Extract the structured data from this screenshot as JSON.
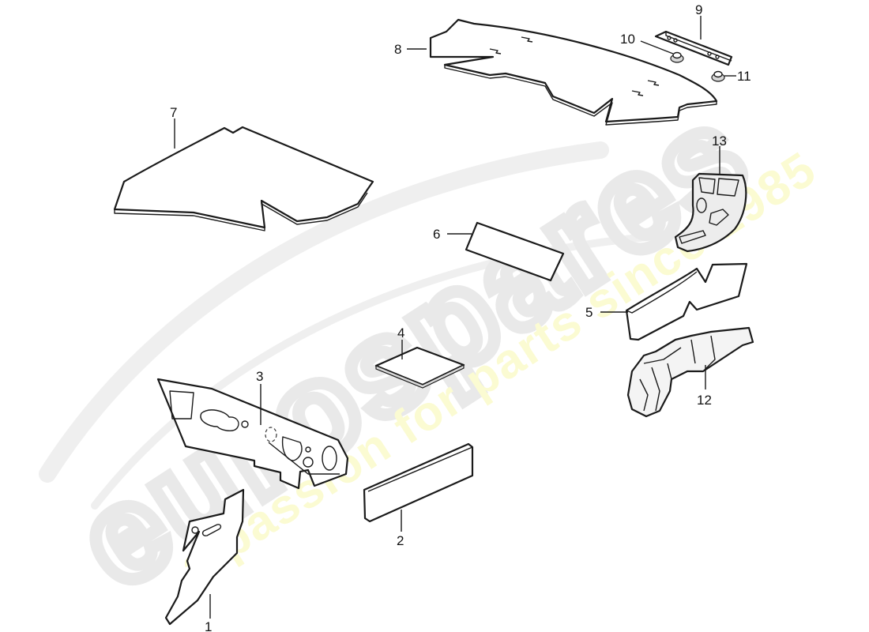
{
  "diagram": {
    "type": "exploded-parts-diagram",
    "subject": "Sound insulation / insulation mats",
    "background_color": "#ffffff",
    "line_color": "#1a1a1a"
  },
  "watermark": {
    "logo_text": "eurospares",
    "tagline": "a passion for parts since 1985",
    "logo_color": "#e9e9e9",
    "tagline_color": "#fbfbd2"
  },
  "callouts": [
    {
      "id": "1",
      "label": "1",
      "part": "lower-side-insulation-panel"
    },
    {
      "id": "2",
      "label": "2",
      "part": "rectangular-insulation-pad"
    },
    {
      "id": "3",
      "label": "3",
      "part": "front-bulkhead-insulation-panel"
    },
    {
      "id": "4",
      "label": "4",
      "part": "square-insulation-pad"
    },
    {
      "id": "5",
      "label": "5",
      "part": "curved-insulation-mat"
    },
    {
      "id": "6",
      "label": "6",
      "part": "rectangular-insulation-strip"
    },
    {
      "id": "7",
      "label": "7",
      "part": "floor-insulation-mat"
    },
    {
      "id": "8",
      "label": "8",
      "part": "rear-shelf-insulation-mat"
    },
    {
      "id": "9",
      "label": "9",
      "part": "mounting-bracket"
    },
    {
      "id": "10",
      "label": "10",
      "part": "nut"
    },
    {
      "id": "11",
      "label": "11",
      "part": "nut"
    },
    {
      "id": "12",
      "label": "12",
      "part": "molded-insulation-piece"
    },
    {
      "id": "13",
      "label": "13",
      "part": "molded-insulation-bracket"
    }
  ]
}
